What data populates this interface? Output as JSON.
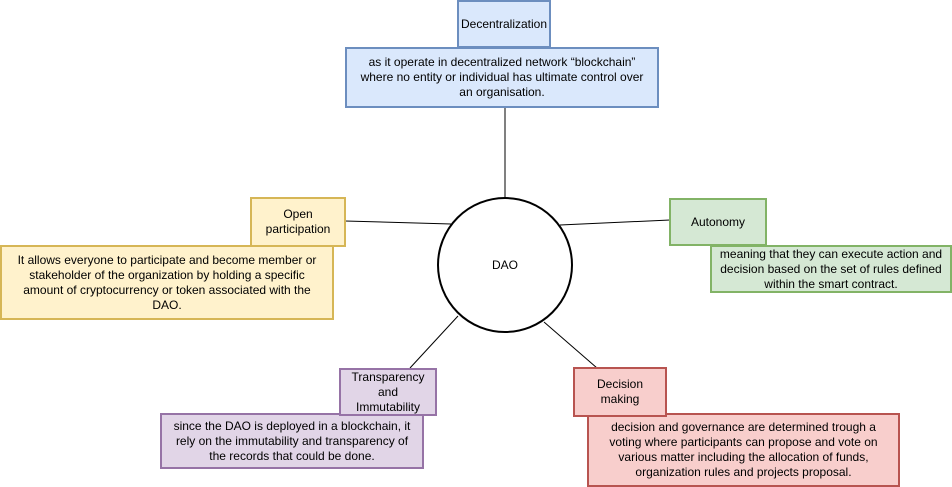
{
  "center": {
    "label": "DAO"
  },
  "nodes": {
    "decentralization": {
      "title": "Decentralization",
      "description": "as it operate in decentralized network “blockchain” where no entity or individual has ultimate control over an organisation."
    },
    "autonomy": {
      "title": "Autonomy",
      "description": "meaning that they can execute action and decision based on the set of rules defined within the smart contract."
    },
    "open_participation": {
      "title": "Open participation",
      "description": "It allows everyone to participate and become member or stakeholder of the organization by holding a specific amount of cryptocurrency or token associated with the DAO."
    },
    "transparency": {
      "title": "Transparency and Immutability",
      "description": "since the DAO is deployed in a blockchain, it rely on the immutability and transparency of the records that could be done."
    },
    "decision_making": {
      "title": "Decision making",
      "description": "decision and governance are determined trough a voting where participants can propose and vote on various matter including the allocation of funds, organization rules and projects proposal."
    }
  },
  "colors": {
    "decentralization": {
      "fill": "#dae8fc",
      "stroke": "#6c8ebf"
    },
    "autonomy": {
      "fill": "#d5e8d4",
      "stroke": "#82b366"
    },
    "open_participation": {
      "fill": "#fff2cc",
      "stroke": "#d6b656"
    },
    "transparency": {
      "fill": "#e1d5e7",
      "stroke": "#9673a6"
    },
    "decision_making": {
      "fill": "#f8cecc",
      "stroke": "#b85450"
    }
  }
}
